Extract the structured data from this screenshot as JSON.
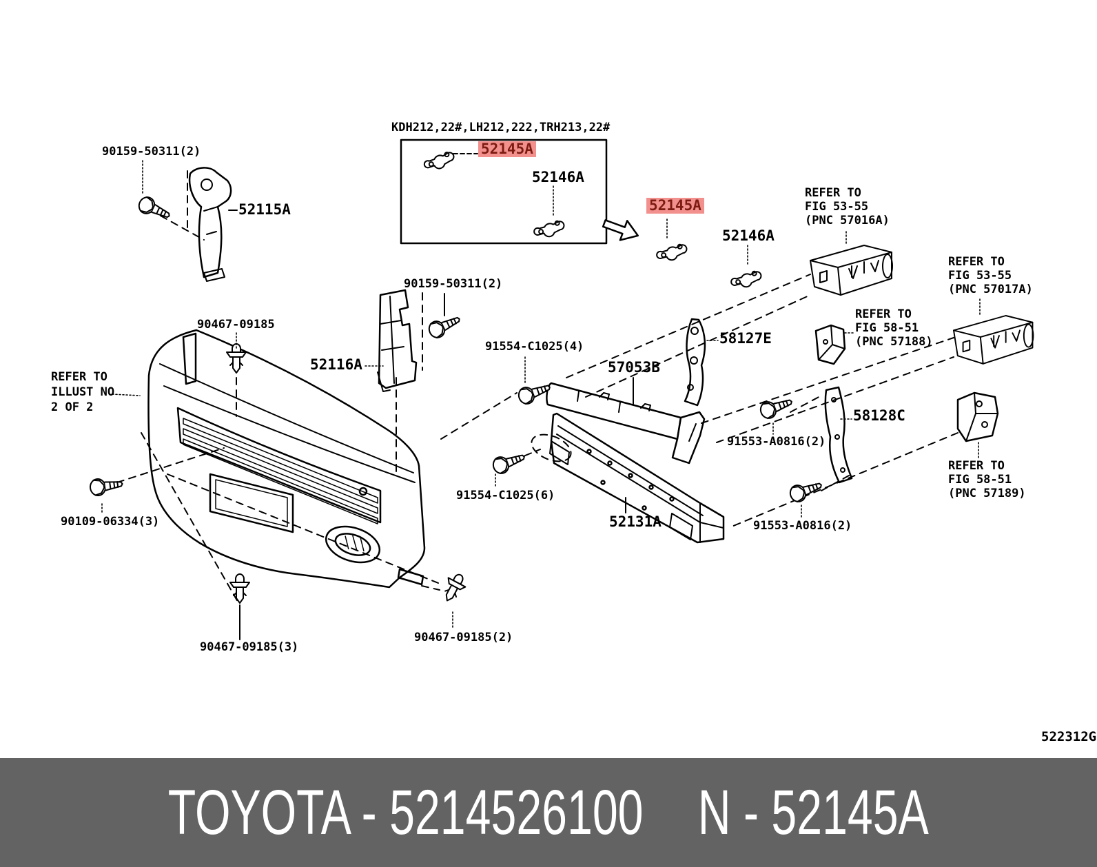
{
  "colors": {
    "line": "#000000",
    "highlight_bg": "#f2908e",
    "highlight_text": "#7d1b11",
    "banner_bg": "#636363",
    "banner_text": "#ffffff"
  },
  "variant_box": {
    "header": "KDH212,22#,LH212,222,TRH213,22#"
  },
  "labels": {
    "box_52145a": "52145A",
    "box_52146a": "52146A",
    "main_52145a": "52145A",
    "main_52146a": "52146A",
    "bolt_90159_a": "90159-50311(2)",
    "part_52115a": "52115A",
    "clip_90467": "90467-09185",
    "part_52116a": "52116A",
    "bolt_90159_b": "90159-50311(2)",
    "refer_illust": "REFER TO\nILLUST NO\n2 OF 2",
    "bolt_90109": "90109-06334(3)",
    "clip_90467_3": "90467-09185(3)",
    "clip_90467_2": "90467-09185(2)",
    "bolt_91554_4": "91554-C1025(4)",
    "part_57053b": "57053B",
    "bolt_91554_6": "91554-C1025(6)",
    "part_52131a": "52131A",
    "part_58127e": "58127E",
    "refer_57016a": "REFER TO\nFIG 53-55\n(PNC 57016A)",
    "refer_57017a": "REFER TO\nFIG 53-55\n(PNC 57017A)",
    "refer_57188": "REFER TO\nFIG 58-51\n(PNC 57188)",
    "part_58128c": "58128C",
    "bolt_91553_a": "91553-A0816(2)",
    "bolt_91553_b": "91553-A0816(2)",
    "refer_57189": "REFER TO\nFIG 58-51\n(PNC 57189)"
  },
  "figure_code": "522312G",
  "banner": {
    "left": "TOYOTA - 5214526100",
    "right": "N - 52145A"
  }
}
